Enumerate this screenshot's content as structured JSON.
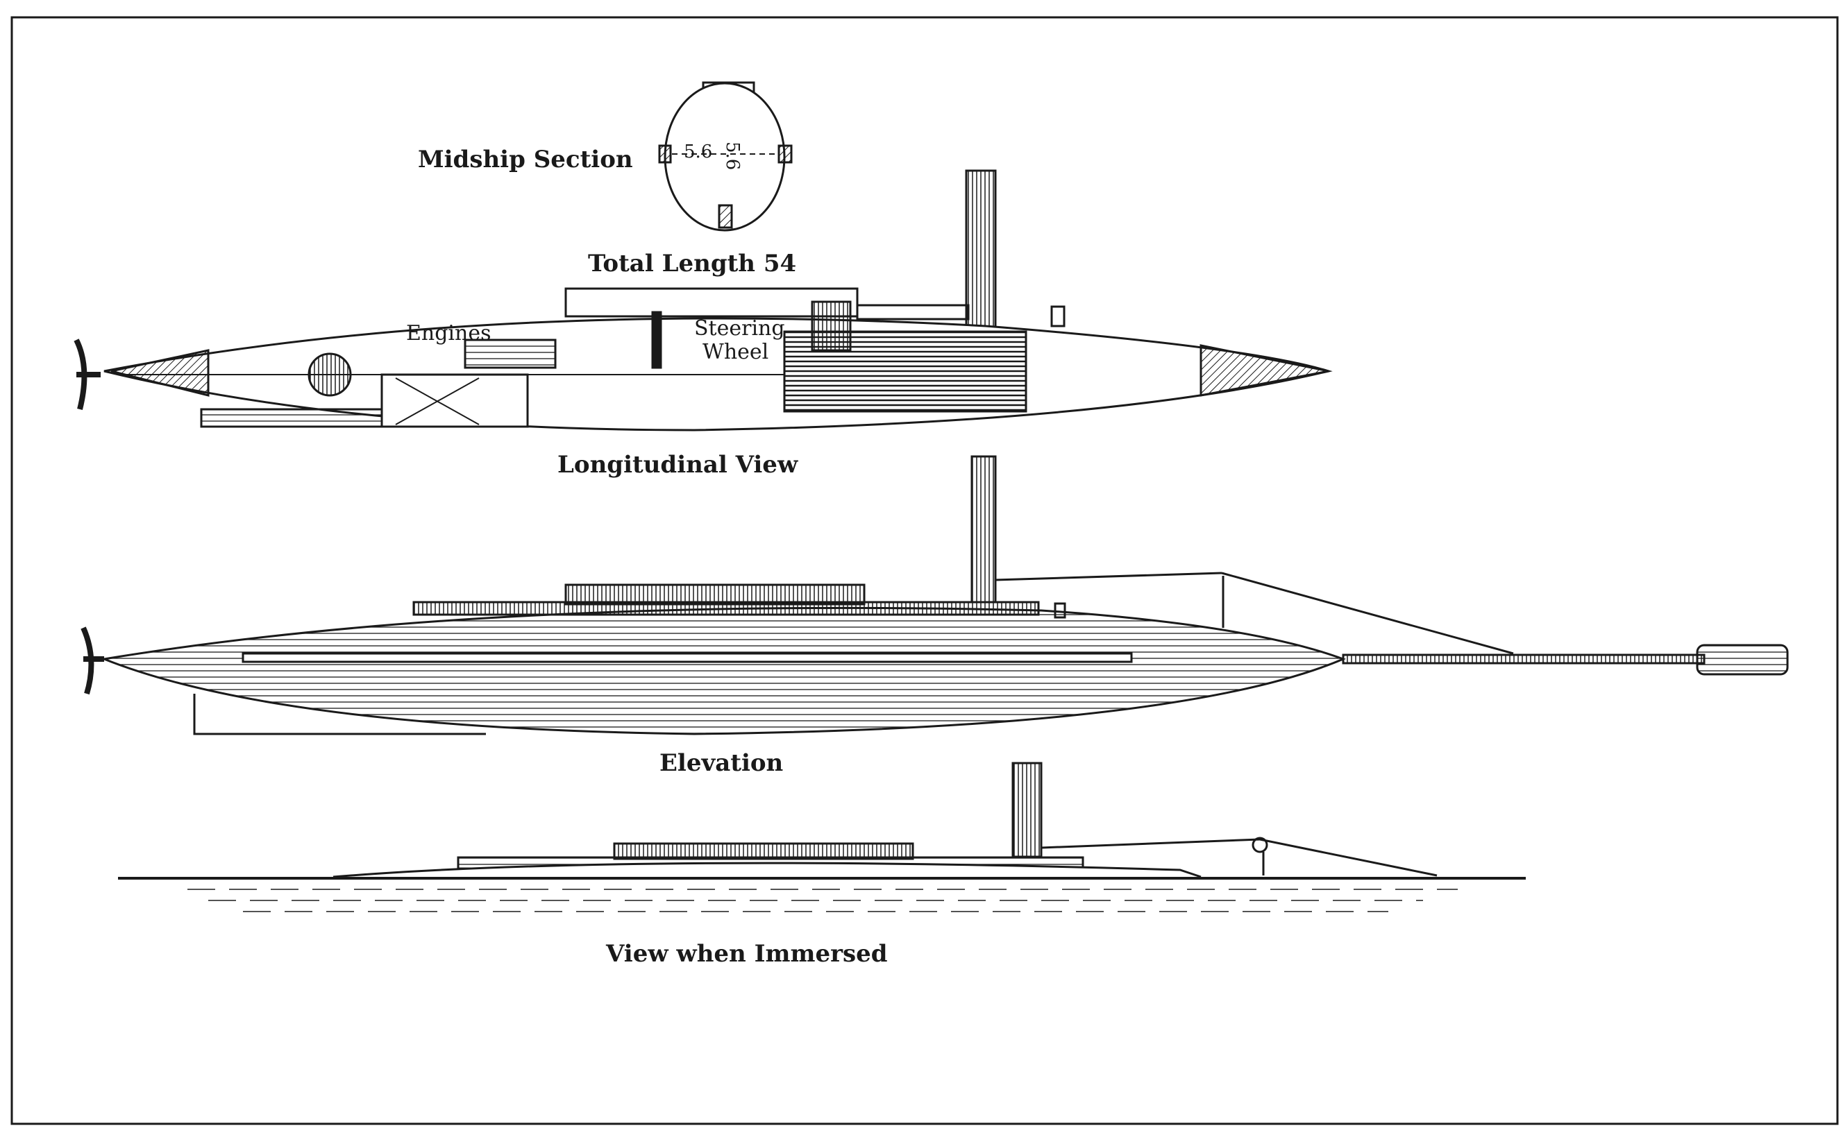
{
  "labels": {
    "midship_section": "Midship Section",
    "midship_dim_width": "5.6",
    "midship_dim_height": "5.6",
    "total_length": "Total Length 54",
    "engines": "Engines",
    "steering_wheel_line1": "Steering",
    "steering_wheel_line2": "Wheel",
    "longitudinal_view": "Longitudinal View",
    "elevation": "Elevation",
    "view_when_immersed": "View when Immersed"
  },
  "colors": {
    "ink": "#1a1a1a",
    "paper": "#ffffff"
  }
}
